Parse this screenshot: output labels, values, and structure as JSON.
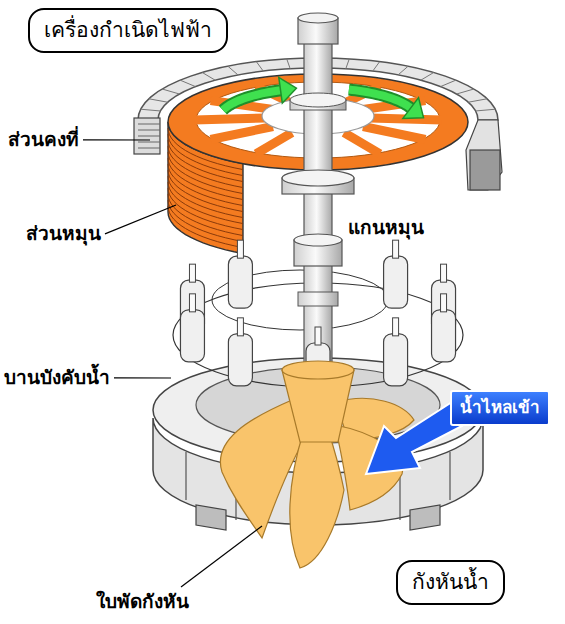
{
  "diagram": {
    "nodes": [
      {
        "text": [
          "เครื่องกำเนิดไฟฟ้า"
        ]
      },
      {
        "text": [
          "น้ำไหลเข้า"
        ]
      },
      {
        "text": [
          "กังหันน้ำ"
        ]
      }
    ],
    "labels": [
      "ส่วนคงที่",
      "ส่วนหมุน",
      "แกนหมุน",
      "บานบังคับน้ำ",
      "ใบพัดกังหัน"
    ]
  }
}
